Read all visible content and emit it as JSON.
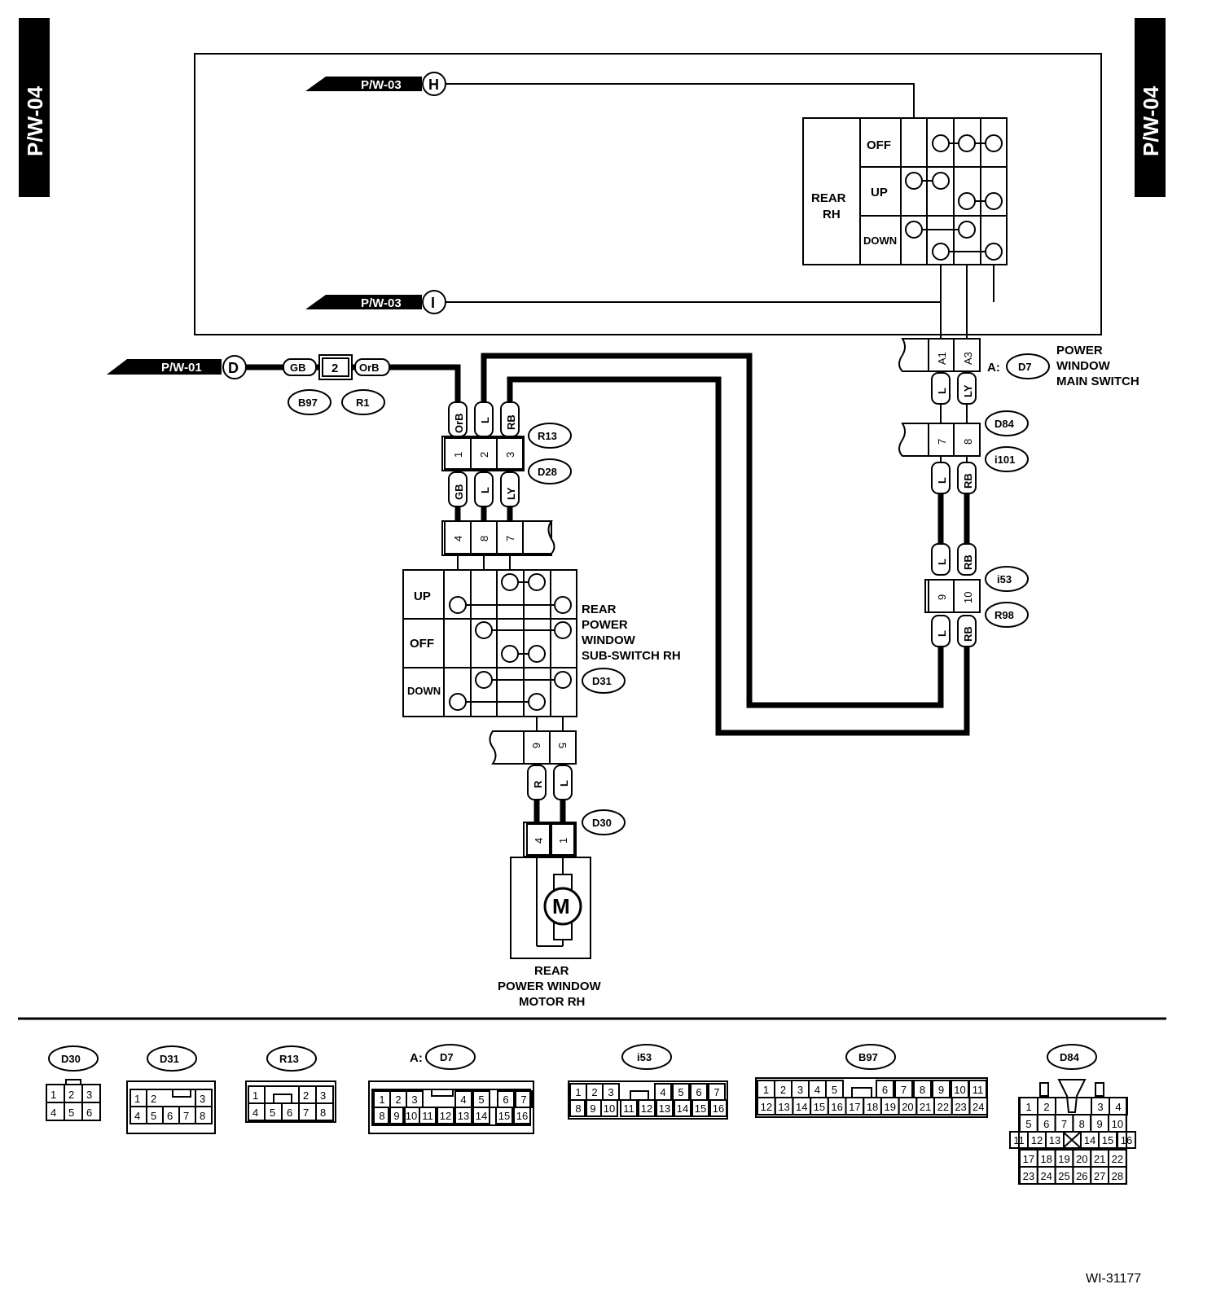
{
  "page_tab": "P/W-04",
  "figure_id": "WI-31177",
  "refs": {
    "pw03": "P/W-03",
    "pw01": "P/W-01",
    "h": "H",
    "i": "I",
    "d": "D"
  },
  "main_switch": {
    "title_line1": "REAR",
    "title_line2": "RH",
    "positions": [
      "OFF",
      "UP",
      "DOWN"
    ],
    "connector_label": "A:",
    "connector": "D7",
    "name_lines": [
      "POWER",
      "WINDOW",
      "MAIN SWITCH"
    ],
    "pins": [
      "A1",
      "A3"
    ]
  },
  "sub_switch": {
    "positions": [
      "UP",
      "OFF",
      "DOWN"
    ],
    "name_lines": [
      "REAR",
      "POWER",
      "WINDOW",
      "SUB-SWITCH RH"
    ],
    "connector": "D31",
    "pins": [
      "4",
      "8",
      "7",
      "6",
      "5"
    ]
  },
  "motor": {
    "symbol": "M",
    "name_lines": [
      "REAR",
      "POWER WINDOW",
      "MOTOR RH"
    ],
    "connector": "D30",
    "pins": [
      "4",
      "1"
    ]
  },
  "wires": {
    "gb": "GB",
    "orb": "OrB",
    "l": "L",
    "rb": "RB",
    "ly": "LY",
    "r": "R"
  },
  "splice": {
    "pin": "2",
    "connectors": [
      "B97",
      "R1"
    ]
  },
  "connector_r13_d28": {
    "top": "R13",
    "bottom": "D28",
    "pins": [
      "1",
      "2",
      "3"
    ]
  },
  "connector_d84_i101": {
    "top": "D84",
    "bottom": "i101",
    "pins": [
      "7",
      "8"
    ]
  },
  "connector_i53_r98": {
    "top": "i53",
    "bottom": "R98",
    "pins": [
      "9",
      "10"
    ]
  },
  "legend": {
    "d30": {
      "label": "D30",
      "rows": [
        [
          "1",
          "2",
          "3"
        ],
        [
          "4",
          "5",
          "6"
        ]
      ]
    },
    "d31": {
      "label": "D31",
      "rows": [
        [
          "1",
          "2",
          "3"
        ],
        [
          "4",
          "5",
          "6",
          "7",
          "8"
        ]
      ]
    },
    "r13": {
      "label": "R13",
      "rows": [
        [
          "1",
          "2",
          "3"
        ],
        [
          "4",
          "5",
          "6",
          "7",
          "8"
        ]
      ]
    },
    "d7": {
      "prefix": "A:",
      "label": "D7",
      "rows": [
        [
          "1",
          "2",
          "3",
          "4",
          "5",
          "6",
          "7"
        ],
        [
          "8",
          "9",
          "10",
          "11",
          "12",
          "13",
          "14",
          "15",
          "16"
        ]
      ]
    },
    "i53": {
      "label": "i53",
      "rows": [
        [
          "1",
          "2",
          "3",
          "4",
          "5",
          "6",
          "7"
        ],
        [
          "8",
          "9",
          "10",
          "11",
          "12",
          "13",
          "14",
          "15",
          "16"
        ]
      ]
    },
    "b97": {
      "label": "B97",
      "rows": [
        [
          "1",
          "2",
          "3",
          "4",
          "5",
          "6",
          "7",
          "8",
          "9",
          "10",
          "11"
        ],
        [
          "12",
          "13",
          "14",
          "15",
          "16",
          "17",
          "18",
          "19",
          "20",
          "21",
          "22",
          "23",
          "24"
        ]
      ]
    },
    "d84": {
      "label": "D84",
      "rows": [
        [
          "1",
          "2",
          "3",
          "4"
        ],
        [
          "5",
          "6",
          "7",
          "8",
          "9",
          "10"
        ],
        [
          "11",
          "12",
          "13",
          "14",
          "15",
          "16"
        ],
        [
          "17",
          "18",
          "19",
          "20",
          "21",
          "22"
        ],
        [
          "23",
          "24",
          "25",
          "26",
          "27",
          "28"
        ]
      ]
    }
  }
}
